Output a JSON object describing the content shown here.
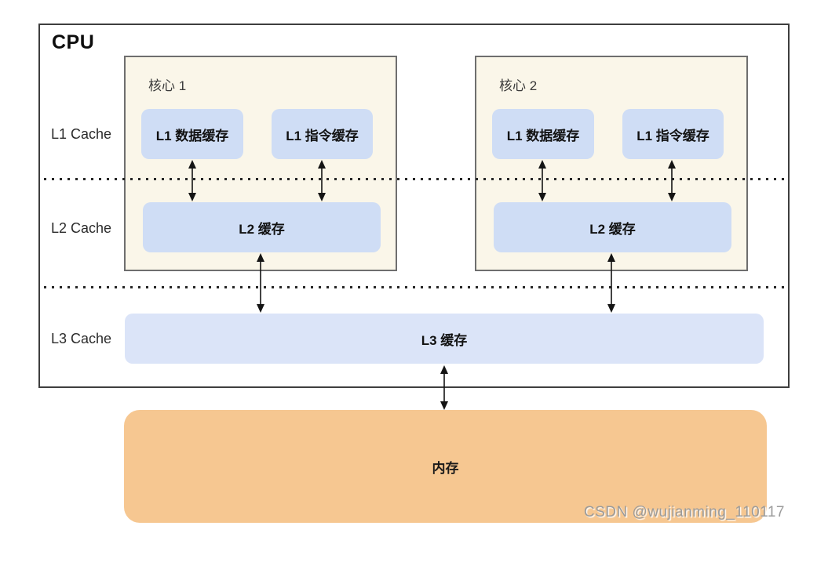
{
  "cpu": {
    "label": "CPU"
  },
  "row_labels": {
    "l1": "L1 Cache",
    "l2": "L2 Cache",
    "l3": "L3 Cache"
  },
  "cores": [
    {
      "title": "核心 1",
      "l1_data": "L1 数据缓存",
      "l1_instruction": "L1 指令缓存",
      "l2": "L2 缓存"
    },
    {
      "title": "核心 2",
      "l1_data": "L1 数据缓存",
      "l1_instruction": "L1 指令缓存",
      "l2": "L2 缓存"
    }
  ],
  "l3": {
    "label": "L3 缓存"
  },
  "memory": {
    "label": "内存"
  },
  "watermark": "CSDN @wujianming_110117",
  "colors": {
    "cache_fill": "#cfddf5",
    "l3_fill": "#dbe4f8",
    "core_fill": "#faf6e9",
    "memory_fill": "#f6c791",
    "cpu_border": "#3e3e3e",
    "core_border": "#6e6e6e",
    "arrow": "#141414",
    "watermark_gray": "#9b9b9b"
  }
}
